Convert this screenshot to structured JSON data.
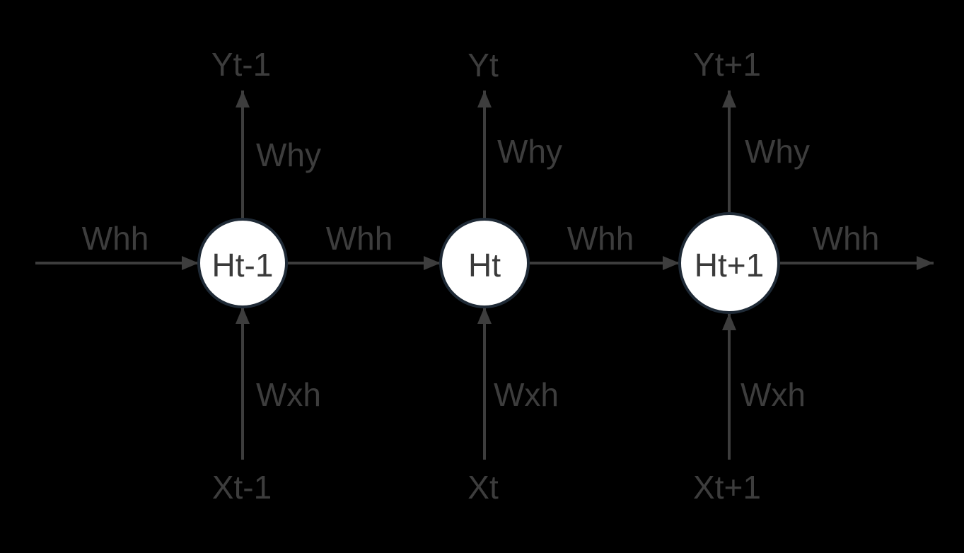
{
  "diagram": {
    "type": "rnn-unrolled-network",
    "colors": {
      "background": "#000000",
      "ink": "#3d3d3d",
      "node_fill": "#ffffff",
      "node_border": "#1f2a36"
    },
    "nodes": [
      {
        "label": "Ht-1"
      },
      {
        "label": "Ht"
      },
      {
        "label": "Ht+1"
      }
    ],
    "recurrent_edges": [
      {
        "label": "Whh"
      },
      {
        "label": "Whh"
      },
      {
        "label": "Whh"
      },
      {
        "label": "Whh"
      }
    ],
    "outputs": [
      {
        "label": "Yt-1",
        "weight": "Why"
      },
      {
        "label": "Yt",
        "weight": "Why"
      },
      {
        "label": "Yt+1",
        "weight": "Why"
      }
    ],
    "inputs": [
      {
        "label": "Xt-1",
        "weight": "Wxh"
      },
      {
        "label": "Xt",
        "weight": "Wxh"
      },
      {
        "label": "Xt+1",
        "weight": "Wxh"
      }
    ]
  }
}
